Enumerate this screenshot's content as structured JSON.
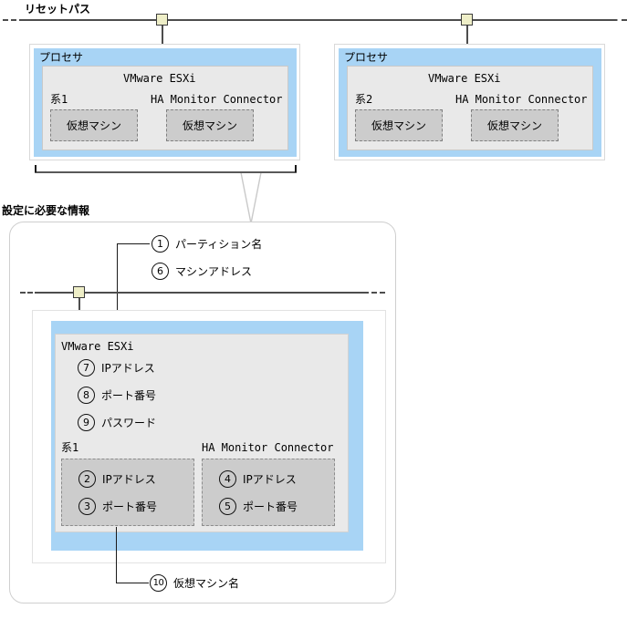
{
  "diagram": {
    "reset_path_label": "リセットパス",
    "required_info_label": "設定に必要な情報"
  },
  "processors": [
    {
      "card_label": "プロセサ",
      "hypervisor": "VMware ESXi",
      "left_group_label": "系1",
      "right_group_label": "HA Monitor Connector",
      "left_vm_label": "仮想マシン",
      "right_vm_label": "仮想マシン"
    },
    {
      "card_label": "プロセサ",
      "hypervisor": "VMware ESXi",
      "left_group_label": "系2",
      "right_group_label": "HA Monitor Connector",
      "left_vm_label": "仮想マシン",
      "right_vm_label": "仮想マシン"
    }
  ],
  "detail": {
    "hypervisor": "VMware ESXi",
    "left_group_label": "系1",
    "right_group_label": "HA Monitor Connector",
    "top_callouts": [
      {
        "num": "1",
        "label": "パーティション名"
      },
      {
        "num": "6",
        "label": "マシンアドレス"
      }
    ],
    "esxi_callouts": [
      {
        "num": "7",
        "label": "IPアドレス"
      },
      {
        "num": "8",
        "label": "ポート番号"
      },
      {
        "num": "9",
        "label": "パスワード"
      }
    ],
    "left_group_callouts": [
      {
        "num": "2",
        "label": "IPアドレス"
      },
      {
        "num": "3",
        "label": "ポート番号"
      }
    ],
    "right_group_callouts": [
      {
        "num": "4",
        "label": "IPアドレス"
      },
      {
        "num": "5",
        "label": "ポート番号"
      }
    ],
    "bottom_callout": {
      "num": "10",
      "label": "仮想マシン名"
    }
  },
  "colors": {
    "card_blue": "#a8d4f5",
    "panel_gray": "#e9e9e9",
    "vm_gray": "#cccccc",
    "connector_yellow": "#eeeec7",
    "line_dark": "#4d4d4d"
  }
}
